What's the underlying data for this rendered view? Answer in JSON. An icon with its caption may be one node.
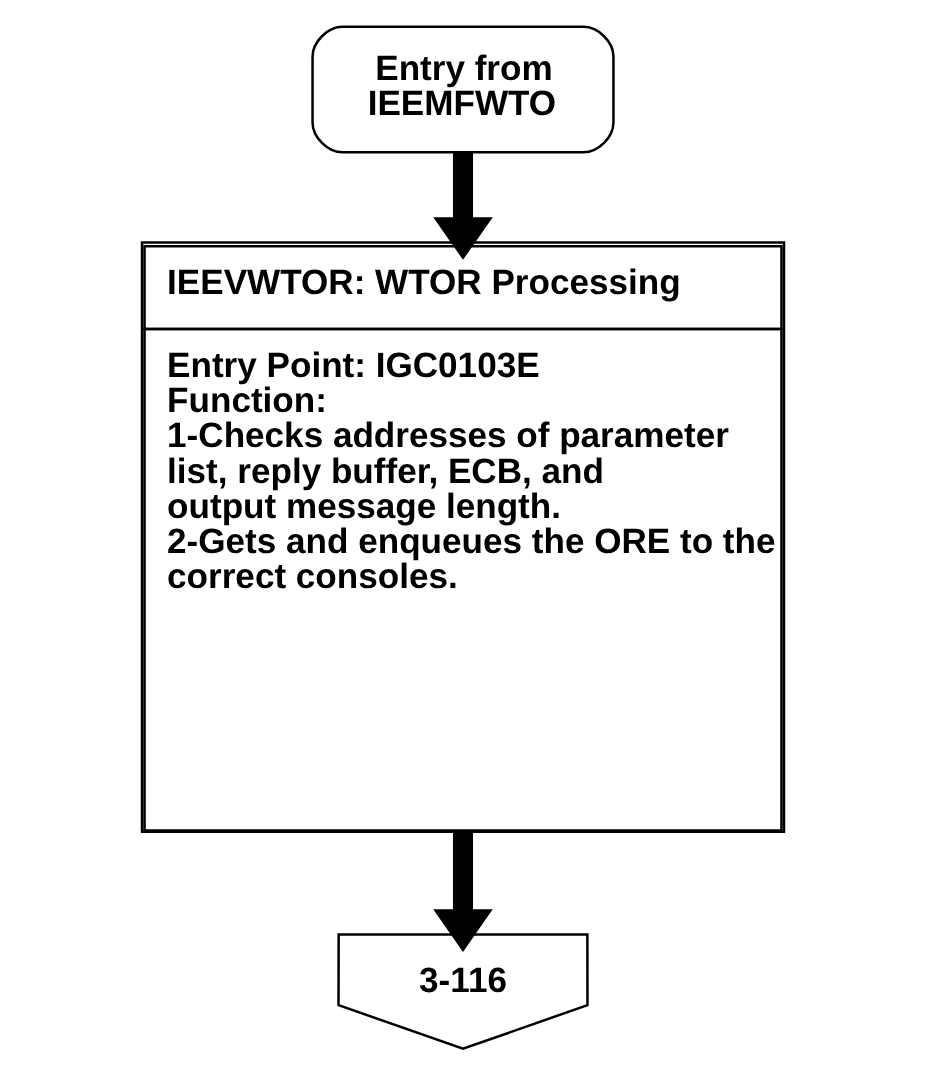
{
  "diagram": {
    "nodes": [
      {
        "text": [
          "Entry from IEEMFWTO"
        ]
      },
      {
        "text": [
          "IEEVWTOR: WTOR Processing",
          "Entry Point: IGC0103E",
          "Function:",
          "1-Checks addresses of parameter list, reply buffer, ECB, and output message length.",
          "2-Gets and enqueues the ORE to the correct consoles."
        ]
      },
      {
        "text": [
          "3-116"
        ]
      }
    ],
    "edges": [
      {
        "from": 0,
        "to": 1,
        "arrow": "to"
      },
      {
        "from": 1,
        "to": 2,
        "arrow": "to"
      }
    ]
  }
}
